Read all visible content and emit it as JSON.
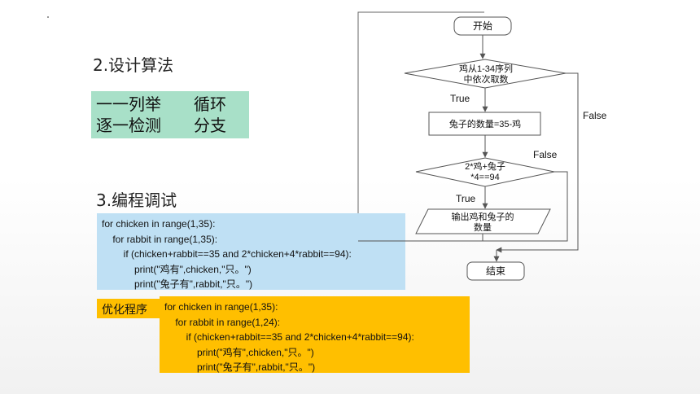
{
  "headings": {
    "design": "2.设计算法",
    "programming": "3.编程调试"
  },
  "algorithm_box": {
    "row1_left": "一一列举",
    "row1_right": "循环",
    "row2_left": "逐一检测",
    "row2_right": "分支"
  },
  "code_original": [
    "for chicken in range(1,35):",
    "    for rabbit in range(1,35):",
    "        if (chicken+rabbit==35 and 2*chicken+4*rabbit==94):",
    "            print(\"鸡有\",chicken,\"只。\")",
    "            print(\"兔子有\",rabbit,\"只。\")"
  ],
  "optimize_label": "优化程序",
  "code_optimized": [
    "for chicken in range(1,35):",
    "    for rabbit in range(1,24):",
    "        if (chicken+rabbit==35 and 2*chicken+4*rabbit==94):",
    "            print(\"鸡有\",chicken,\"只。\")",
    "            print(\"兔子有\",rabbit,\"只。\")"
  ],
  "flowchart": {
    "start": "开始",
    "loop_line1": "鸡从1-34序列",
    "loop_line2": "中依次取数",
    "true1": "True",
    "false1": "False",
    "process": "兔子的数量=35-鸡",
    "false2": "False",
    "cond_line1": "2*鸡+兔子",
    "cond_line2": "*4==94",
    "true2": "True",
    "output_line1": "输出鸡和兔子的",
    "output_line2": "数量",
    "end": "结束"
  }
}
